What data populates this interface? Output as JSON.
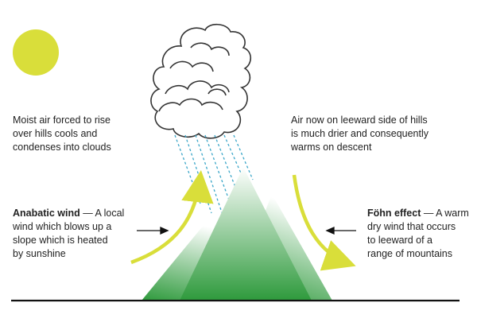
{
  "colors": {
    "sun": "#d9de3a",
    "wind_arrow": "#d9de3a",
    "mountain_dark": "#2e9a3c",
    "mountain_light": "#ffffff",
    "rain": "#3aa6c8",
    "ground": "#111111",
    "cloud_outline": "#333333"
  },
  "icons": {
    "sun": "sun-icon",
    "cloud": "cloud-icon",
    "rain": "rain-streaks",
    "mountains": "mountain-range",
    "wind_arrows": "curved-arrow-icon",
    "pointer_arrows": "arrow-icon"
  },
  "text": {
    "moist_air": [
      "Moist air forced to rise",
      "over hills cools and",
      "condenses into clouds"
    ],
    "leeward_air": [
      "Air now on leeward side of hills",
      "is much drier and consequently",
      "warms on descent"
    ],
    "anabatic": {
      "term": "Anabatic wind",
      "lines": [
        " — A local",
        "wind which blows up a",
        "slope which is heated",
        "by sunshine"
      ]
    },
    "fohn": {
      "term": "Föhn effect",
      "lines": [
        " — A warm",
        "dry wind that occurs",
        "to leeward of a",
        "range of mountains"
      ]
    }
  }
}
